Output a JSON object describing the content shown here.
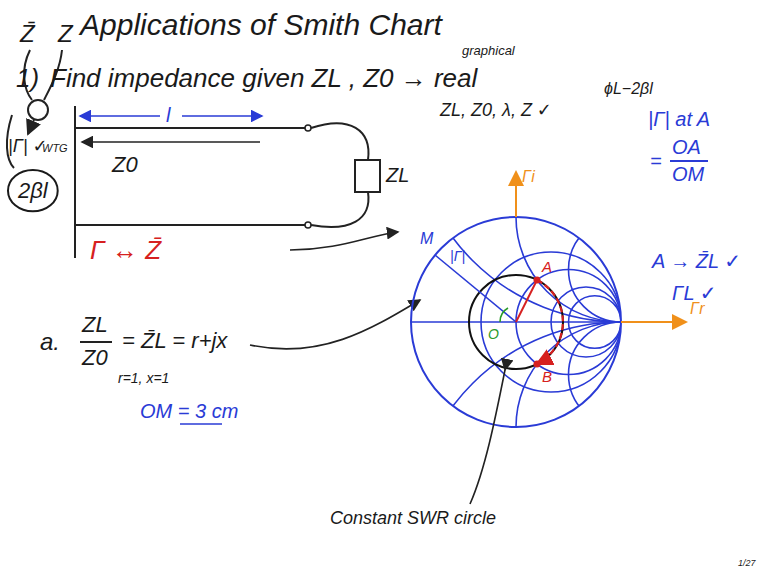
{
  "diagram": {
    "title": "Applications of Smith Chart",
    "nodes": [
      {
        "text": [
          "2βl"
        ]
      }
    ],
    "labels": [
      "Z̄",
      "Z",
      "1)",
      "Find impedance given ZL , Z0 → real",
      "graphical",
      "ϕL−2βl",
      "ZL, Z0, λ, Z ✓",
      "|Γ| ✓",
      "l",
      "WTG",
      "Z0",
      "ZL",
      "Γ ↔ Z̄",
      "|Γ| at A",
      "=",
      "OA",
      "OM",
      "M",
      "Γi",
      "A",
      "Γr",
      "|Γ|",
      "O",
      "B",
      "A → Z̄L ✓",
      "ΓL ✓",
      "a.",
      "ZL",
      "Z0",
      "= Z̄L = r+jx",
      "r=1, x=1",
      "OM = 3 cm",
      "Constant SWR circle",
      "1/27"
    ]
  }
}
